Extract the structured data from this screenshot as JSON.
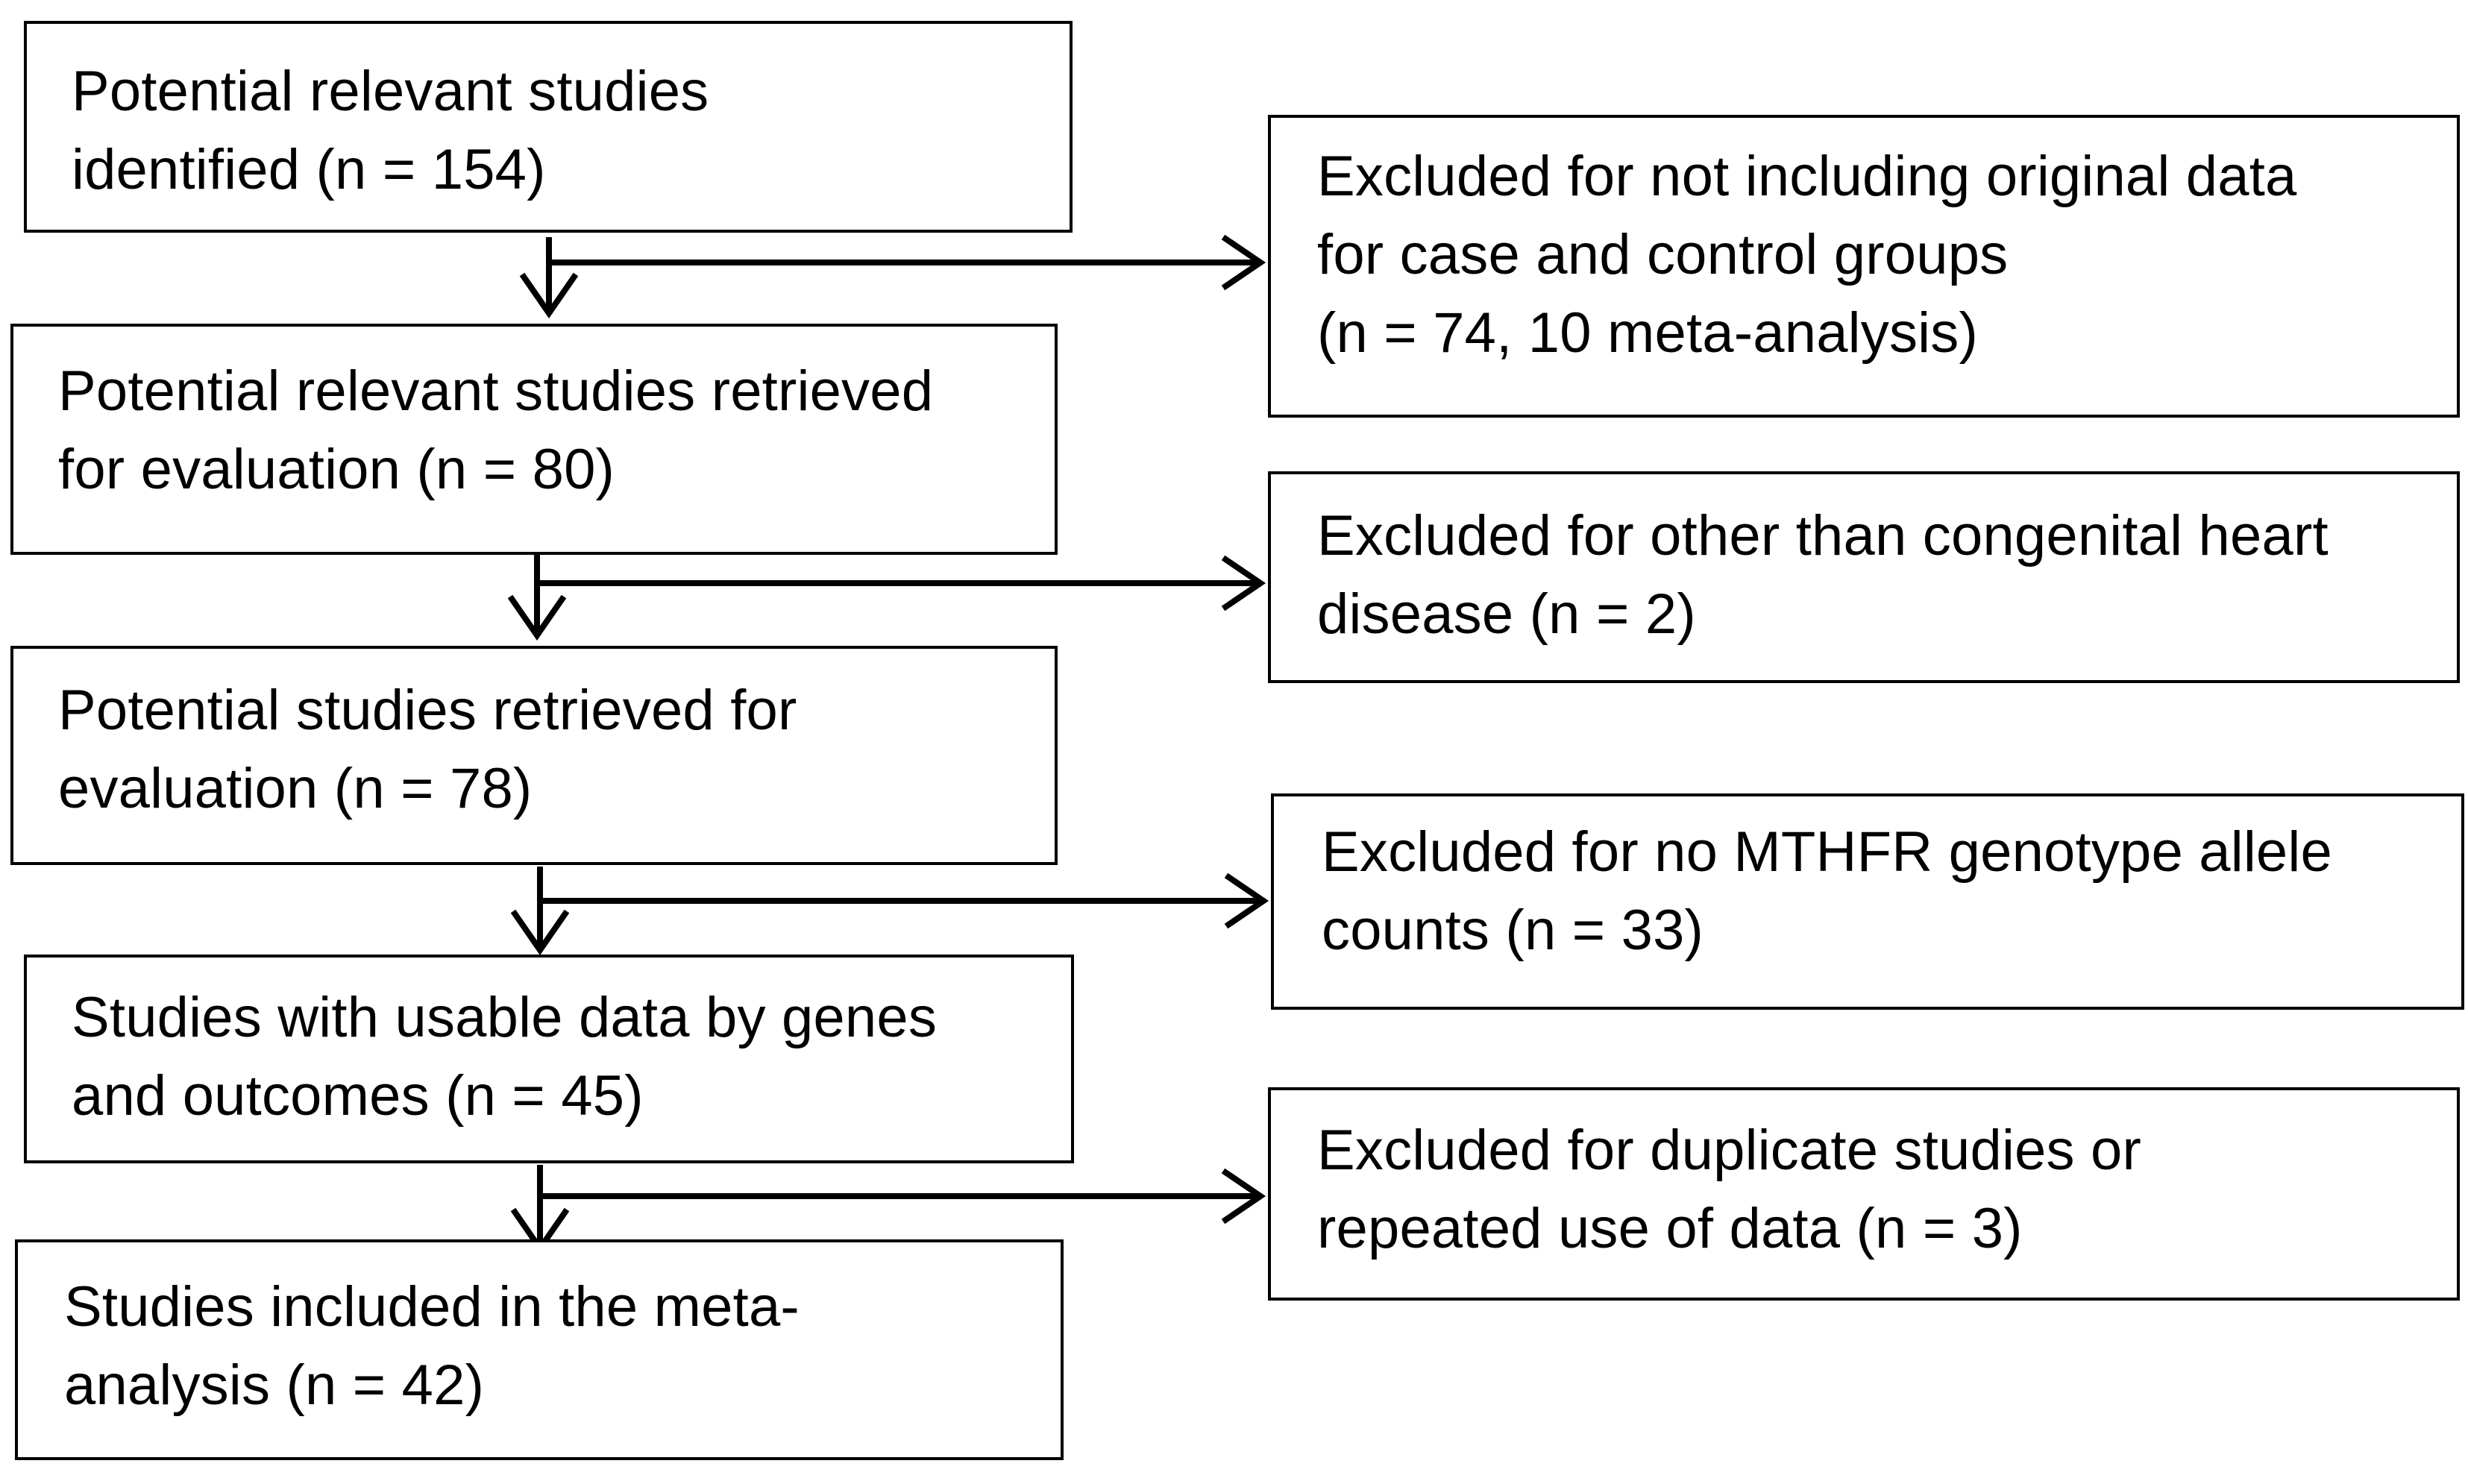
{
  "flow": {
    "steps": [
      {
        "text": "Potential relevant studies\nidentified (n = 154)"
      },
      {
        "text": "Potential relevant studies retrieved\nfor evaluation (n = 80)"
      },
      {
        "text": "Potential studies retrieved for\nevaluation (n = 78)"
      },
      {
        "text": "Studies with usable data by genes\nand outcomes (n = 45)"
      },
      {
        "text": "Studies included in the meta-\nanalysis (n = 42)"
      }
    ],
    "exclusions": [
      {
        "text": "Excluded for not including original data\nfor case and control groups\n(n = 74, 10 meta-analysis)"
      },
      {
        "text": "Excluded for other than congenital heart\ndisease (n = 2)"
      },
      {
        "text": "Excluded for no MTHFR genotype allele\ncounts (n = 33)"
      },
      {
        "text": "Excluded for duplicate studies or\nrepeated use of data (n = 3)"
      }
    ]
  }
}
